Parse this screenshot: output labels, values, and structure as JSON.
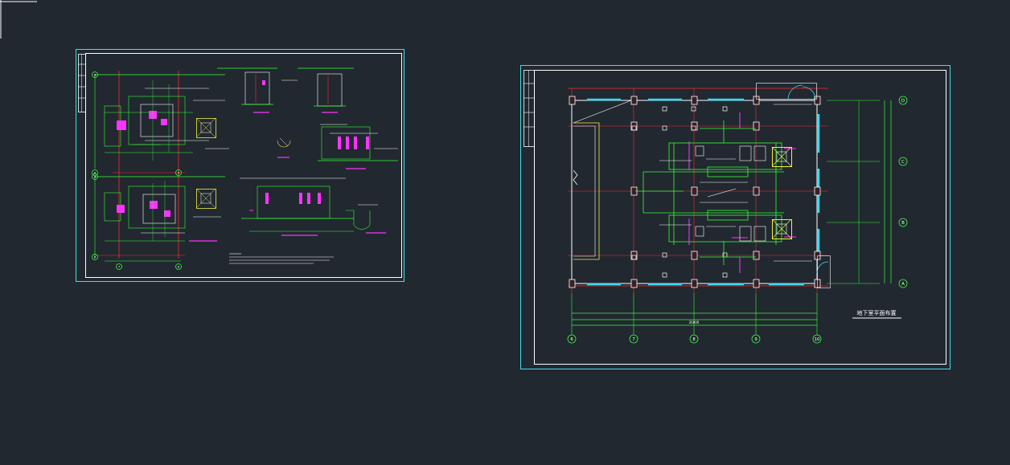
{
  "canvas": {
    "background": "#212830"
  },
  "colors": {
    "frame": "#40e0e8",
    "white": "#ffffff",
    "green": "#33ff33",
    "red": "#ff2a2a",
    "magenta": "#ff33ff",
    "cyan": "#38d8f0",
    "yellow": "#f0f040"
  },
  "sheet_right": {
    "axis_bubbles_bottom": [
      "6",
      "7",
      "8",
      "9",
      "10"
    ],
    "axis_bubbles_side": [
      "D",
      "C",
      "B",
      "A"
    ],
    "overall_dimension": "26000",
    "title_block": "地下室平面布置"
  },
  "sheet_left": {
    "axis_bubbles": [
      "6",
      "8",
      "6",
      "8",
      "7",
      "8",
      "9"
    ]
  }
}
